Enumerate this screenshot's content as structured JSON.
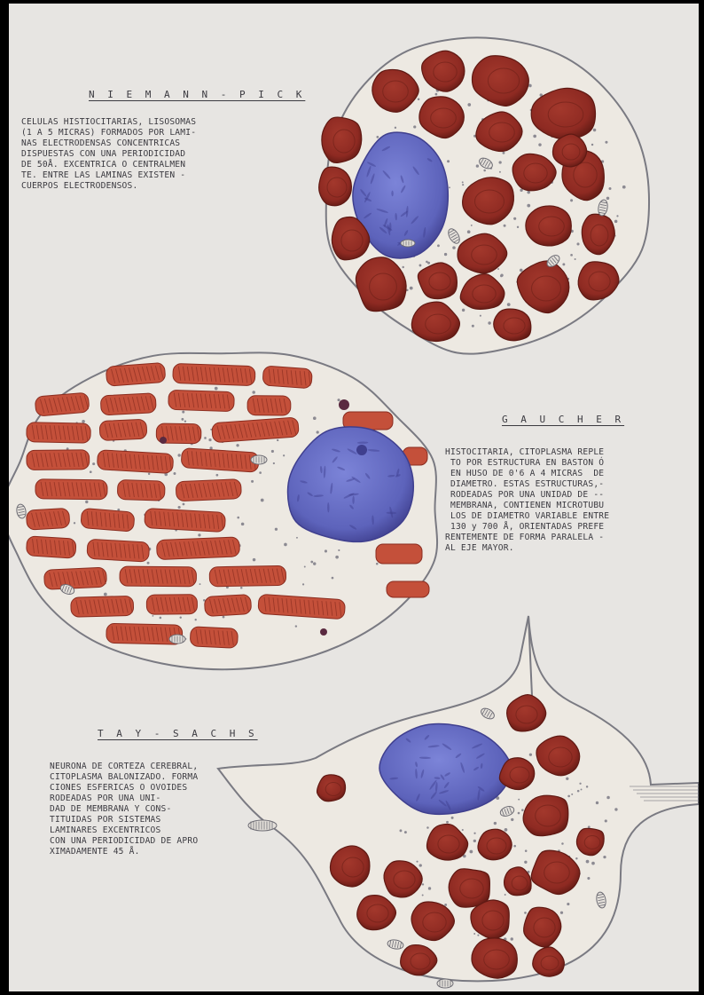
{
  "sections": {
    "niemann_pick": {
      "title": "N I E M A N N - P I C K",
      "body": "CELULAS HISTIOCITARIAS, LISOSOMAS\n(1 A 5 MICRAS) FORMADOS POR LAMI-\nNAS ELECTRODENSAS CONCENTRICAS\nDISPUESTAS CON UNA PERIODICIDAD\nDE 50Å. EXCENTRICA O CENTRALMEN\nTE. ENTRE LAS LAMINAS EXISTEN -\nCUERPOS ELECTRODENSOS."
    },
    "gaucher": {
      "title": "G A U C H E R",
      "body": "HISTOCITARIA, CITOPLASMA REPLE\n TO POR ESTRUCTURA EN BASTON Ó\n EN HUSO DE 0'6 A 4 MICRAS  DE\n DIAMETRO. ESTAS ESTRUCTURAS,-\n RODEADAS POR UNA UNIDAD DE --\n MEMBRANA, CONTIENEN MICROTUBU\n LOS DE DIAMETRO VARIABLE ENTRE\n 130 y 700 Å, ORIENTADAS PREFE\nRENTEMENTE DE FORMA PARALELA -\nAL EJE MAYOR."
    },
    "tay_sachs": {
      "title": "T A Y - S A C H S",
      "body": "NEURONA DE CORTEZA CEREBRAL,\nCITOPLASMA BALONIZADO. FORMA\nCIONES ESFERICAS O OVOIDES\nRODEADAS POR UNA UNI-\nDAD DE MEMBRANA Y CONS-\nTITUIDAS POR SISTEMAS\nLAMINARES EXCENTRICOS\nCON UNA PERIODICIDAD DE APRO\nXIMADAMENTE 45 Å."
    }
  },
  "colors": {
    "paper": "#e7e5e2",
    "cytoplasm": "#ede9e2",
    "membrane": "#7a7a82",
    "lysosome": "#8e2a22",
    "lysosome_dark": "#5f1913",
    "gaucher_rod": "#c4503a",
    "gaucher_stripe": "#8a2d20",
    "nucleus": "#6b72c8",
    "nucleus_dark": "#3f3f8e",
    "text": "#3b3a40"
  }
}
